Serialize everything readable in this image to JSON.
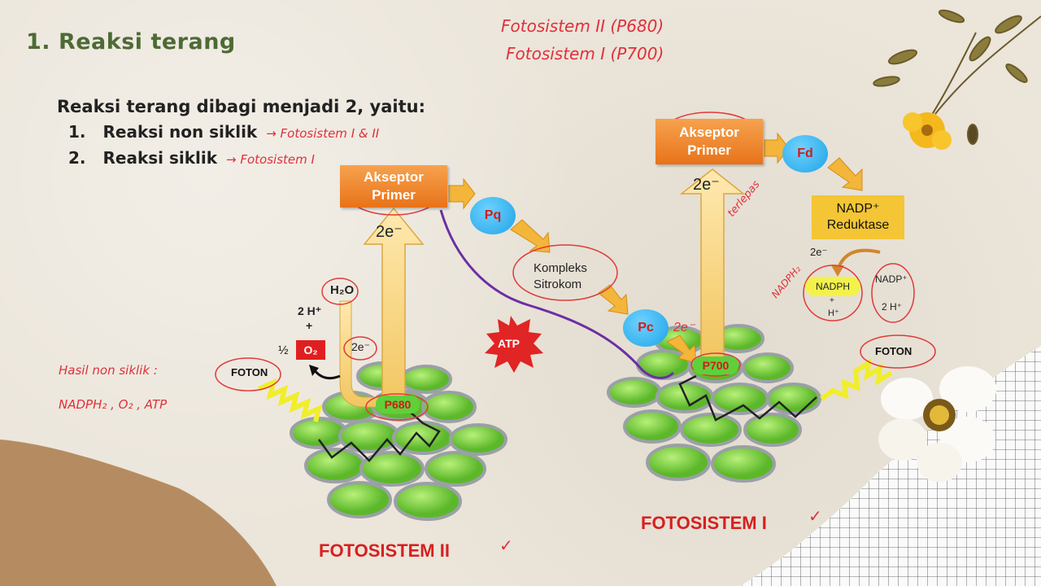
{
  "slide": {
    "title": "1. Reaksi terang",
    "intro": "Reaksi terang dibagi menjadi 2, yaitu:",
    "items": [
      {
        "num": "1.",
        "text": "Reaksi non siklik",
        "note": "→ Fotosistem I & II"
      },
      {
        "num": "2.",
        "text": "Reaksi siklik",
        "note": "→ Fotosistem I"
      }
    ],
    "top_notes": [
      "Fotosistem II (P680)",
      "Fotosistem I (P700)"
    ],
    "hasil_label": "Hasil non siklik :",
    "hasil_value": "NADPH₂ , O₂ , ATP",
    "terlepas": "terlepas",
    "nadph2_note": "NADPH₂"
  },
  "diagram": {
    "akseptor_left": "Akseptor Primer",
    "akseptor_right": "Akseptor Primer",
    "pq": "Pq",
    "kompleks": "Kompleks Sitrokom",
    "pc": "Pc",
    "fd": "Fd",
    "nadp_red_1": "NADP⁺",
    "nadp_red_2": "Reduktase",
    "e_left": "2e⁻",
    "e_right": "2e⁻",
    "e_small": "2e⁻",
    "e_near_pc": "2e⁻",
    "h2o": "H₂O",
    "two_h": "2 H⁺",
    "plus": "+",
    "half": "½",
    "o2": "O₂",
    "e_left_small": "2e⁻",
    "foton_left": "FOTON",
    "foton_right": "FOTON",
    "atp": "ATP",
    "p680": "P680",
    "p700": "P700",
    "nadph": "NADPH",
    "nadp_plus": "NADP⁺",
    "plus2": "+",
    "h_plus": "H⁺",
    "two_h_right": "2 H⁺",
    "fs2": "FOTOSISTEM II",
    "fs1": "FOTOSISTEM I",
    "check": "✓"
  },
  "colors": {
    "title_green": "#4d6b35",
    "accent_red": "#d62020",
    "orange": "#e8731a",
    "blue": "#1ea3e6",
    "chlorophyll": "#7ccf3f",
    "purple": "#6b2fa3"
  }
}
